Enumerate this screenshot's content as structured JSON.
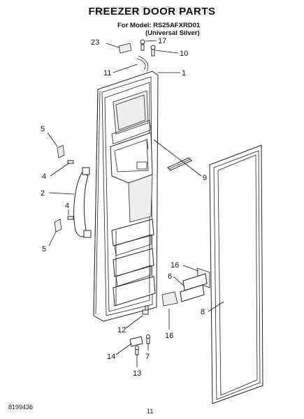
{
  "header": {
    "watermark": "AppliancePartsPros.com",
    "title": "FREEZER DOOR PARTS",
    "model_line": "For Model: RS25AFXRD01",
    "color_line": "(Universal Silver)"
  },
  "callouts": [
    {
      "id": "c23",
      "text": "23"
    },
    {
      "id": "c17",
      "text": "17"
    },
    {
      "id": "c10",
      "text": "10"
    },
    {
      "id": "c11",
      "text": "11"
    },
    {
      "id": "c1",
      "text": "1"
    },
    {
      "id": "c5a",
      "text": "5"
    },
    {
      "id": "c4a",
      "text": "4"
    },
    {
      "id": "c2",
      "text": "2"
    },
    {
      "id": "c4b",
      "text": "4"
    },
    {
      "id": "c5b",
      "text": "5"
    },
    {
      "id": "c9",
      "text": "9"
    },
    {
      "id": "c16a",
      "text": "16"
    },
    {
      "id": "c6",
      "text": "6"
    },
    {
      "id": "c8",
      "text": "8"
    },
    {
      "id": "c16b",
      "text": "16"
    },
    {
      "id": "c12",
      "text": "12"
    },
    {
      "id": "c14",
      "text": "14"
    },
    {
      "id": "c7",
      "text": "7"
    },
    {
      "id": "c13",
      "text": "13"
    }
  ],
  "footer": {
    "doc_number": "8199436",
    "page_number": "11"
  }
}
